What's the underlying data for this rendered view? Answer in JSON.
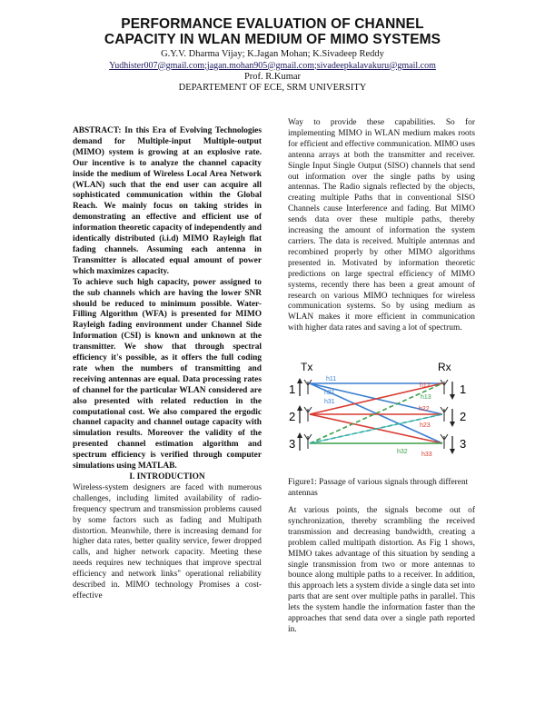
{
  "header": {
    "title_line1": "PERFORMANCE EVALUATION OF CHANNEL",
    "title_line2": "CAPACITY IN WLAN MEDIUM OF MIMO SYSTEMS",
    "authors": "G.Y.V. Dharma Vijay; K.Jagan Mohan; K.Sivadeep Reddy",
    "emails": "Yudhister007@gmail.com;jagan.mohan905@gmail.com;sivadeepkalavakuru@gmail.com",
    "prof": "Prof. R.Kumar",
    "department": "DEPARTEMENT OF ECE, SRM UNIVERSITY"
  },
  "abstract": {
    "label": "ABSTRACT",
    "para1": ": In this Era of Evolving Technologies demand for Multiple-input Multiple-output (MIMO) system is growing at an explosive rate. Our incentive is to analyze the channel capacity inside the medium of Wireless Local Area Network (WLAN) such that the end user can acquire all sophisticated communication within the Global Reach. We mainly focus on taking strides in demonstrating an effective and efficient use of information theoretic capacity of independently and identically distributed (i.i.d) MIMO Rayleigh flat fading channels. Assuming each antenna in Transmitter is allocated equal amount of power which maximizes capacity.",
    "para2": "To achieve such high capacity, power assigned to the sub channels which are having the lower SNR should be reduced to minimum possible. Water-Filling Algorithm (WFA) is presented for MIMO Rayleigh fading environment under Channel Side Information (CSI) is known and unknown at the transmitter. We show that through spectral efficiency it's possible, as it offers the full coding rate when the numbers of transmitting and receiving antennas are equal. Data processing rates of channel for the particular WLAN considered are also presented with related reduction in the computational cost. We also compared the ergodic channel capacity and channel outage capacity with simulation results. Moreover the validity of the presented channel estimation algorithm and spectrum efficiency is verified through computer simulations using MATLAB."
  },
  "intro": {
    "heading": "I. INTRODUCTION",
    "para1": "Wireless-system designers are faced with numerous challenges, including limited availability of radio-frequency spectrum and transmission problems caused by some factors such as fading and Multipath distortion. Meanwhile, there is increasing demand for higher data rates, better quality service, fewer dropped calls, and higher network capacity. Meeting these needs requires new techniques that improve spectral efficiency and network links\" operational reliability described in. MIMO technology Promises a cost-effective"
  },
  "right_col": {
    "para1": "Way to provide these capabilities. So for implementing MIMO in WLAN medium makes roots for efficient and effective communication. MIMO uses antenna arrays at both the transmitter and receiver. Single Input Single Output (SISO) channels that send out information over the single paths by using antennas. The Radio signals reflected by the objects, creating multiple Paths that in conventional SISO Channels cause Interference and fading. But MIMO sends data over these multiple paths, thereby increasing the amount of information the system carriers. The data is received. Multiple antennas and recombined properly by other MIMO algorithms presented in. Motivated by information theoretic predictions on large spectral efficiency of MIMO systems, recently there has been a great amount of research on various MIMO techniques for wireless communication systems. So by using medium as WLAN makes it more efficient in communication with higher data rates and saving a lot of spectrum.",
    "caption": "Figure1: Passage of various signals through different antennas",
    "para2": "At various points, the signals become out of synchronization, thereby scrambling the received transmission and decreasing bandwidth, creating a problem called multipath distortion. As Fig 1 shows, MIMO takes advantage of this situation by sending a single transmission from two or more antennas to bounce along multiple paths to a receiver. In addition, this approach lets a system divide a single data set into parts that are sent over multiple paths in parallel. This lets the system handle the information faster than the approaches that send data over a single path reported in."
  },
  "figure": {
    "tx_label": "Tx",
    "rx_label": "Rx",
    "tx_numbers": [
      "1",
      "2",
      "3"
    ],
    "rx_numbers": [
      "1",
      "2",
      "3"
    ],
    "path_labels": [
      "h11",
      "h21",
      "h31",
      "h12",
      "h22",
      "h32",
      "h13",
      "h23",
      "h33"
    ],
    "colors": {
      "blue": "#3a7fd0",
      "red": "#d83a30",
      "green": "#3aa048",
      "cyan": "#30b0c8"
    }
  }
}
